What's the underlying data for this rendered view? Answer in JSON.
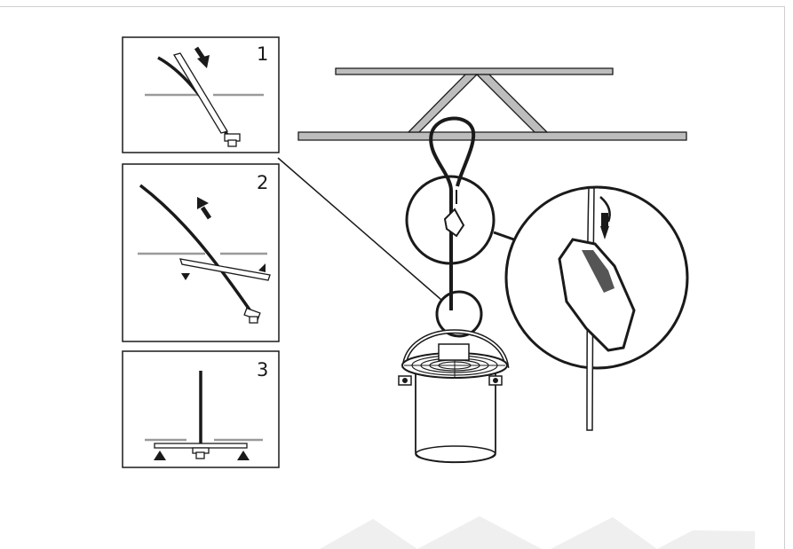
{
  "steps": [
    {
      "number": "1"
    },
    {
      "number": "2"
    },
    {
      "number": "3"
    }
  ],
  "colors": {
    "line": "#1a1a1a",
    "beam_fill": "#bdbdbd",
    "ceiling_line": "#9a9a9a",
    "watermark": "#ededed"
  }
}
